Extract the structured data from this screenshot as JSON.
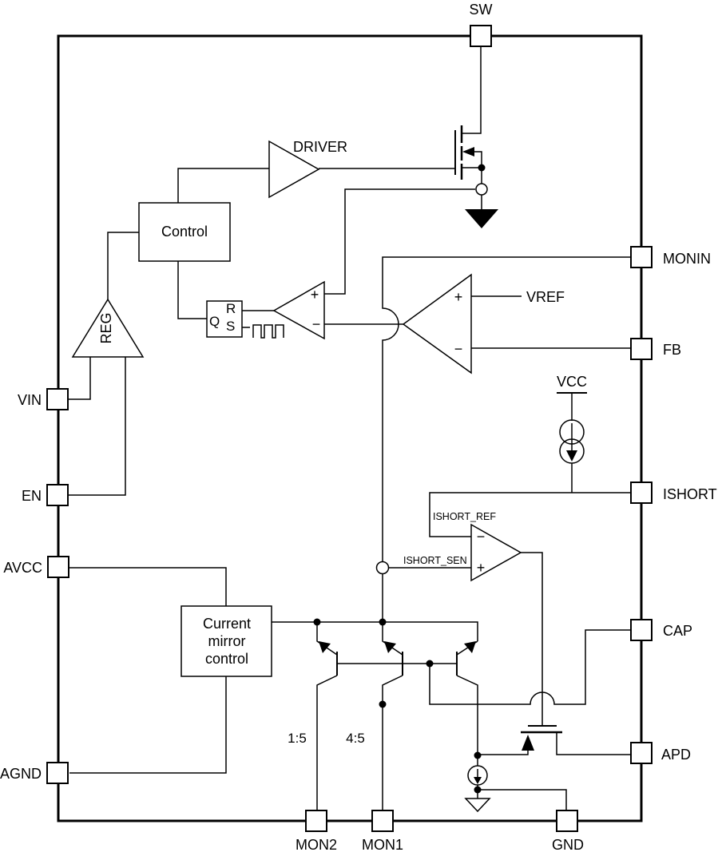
{
  "pins": {
    "sw": "SW",
    "monin": "MONIN",
    "fb": "FB",
    "ishort": "ISHORT",
    "cap": "CAP",
    "apd": "APD",
    "vin": "VIN",
    "en": "EN",
    "avcc": "AVCC",
    "agnd": "AGND",
    "mon2": "MON2",
    "mon1": "MON1",
    "gnd": "GND"
  },
  "blocks": {
    "control": "Control",
    "driver": "DRIVER",
    "regulator": "REG",
    "current_mirror_line1": "Current",
    "current_mirror_line2": "mirror",
    "current_mirror_line3": "control"
  },
  "flip_flop": {
    "q": "Q",
    "r": "R",
    "s": "S"
  },
  "comparators": {
    "pwm_plus": "+",
    "pwm_minus": "−",
    "err_plus": "+",
    "err_minus": "−",
    "ishort_minus": "−",
    "ishort_plus": "+"
  },
  "signals": {
    "vref": "VREF",
    "vcc": "VCC",
    "ishort_ref": "ISHORT_REF",
    "ishort_sen": "ISHORT_SEN"
  },
  "mirror_ratios": {
    "left": "1:5",
    "right": "4:5"
  }
}
